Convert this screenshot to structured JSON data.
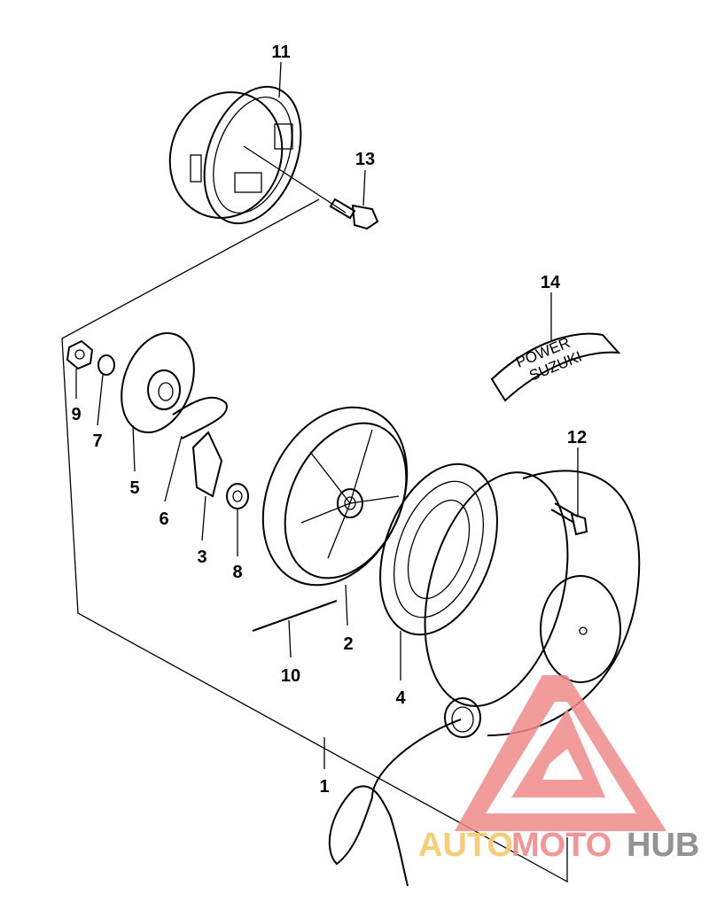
{
  "diagram": {
    "title": "Recoil starter exploded view",
    "callouts": [
      {
        "num": "1",
        "part": "starter-assembly"
      },
      {
        "num": "2",
        "part": "drum-reel"
      },
      {
        "num": "3",
        "part": "ratchet-pawl"
      },
      {
        "num": "4",
        "part": "recoil-spring"
      },
      {
        "num": "5",
        "part": "ratchet-guide"
      },
      {
        "num": "6",
        "part": "friction-spring"
      },
      {
        "num": "7",
        "part": "washer"
      },
      {
        "num": "8",
        "part": "return-spring"
      },
      {
        "num": "9",
        "part": "nut"
      },
      {
        "num": "10",
        "part": "starter-rope"
      },
      {
        "num": "11",
        "part": "starter-cup"
      },
      {
        "num": "12",
        "part": "bolt"
      },
      {
        "num": "13",
        "part": "cup-bolt"
      },
      {
        "num": "14",
        "part": "decal"
      }
    ],
    "decal_text": {
      "line1": "POWER",
      "line2": "SUZUKI"
    }
  },
  "watermark": {
    "part1": "AUTO",
    "part2": "MOTO",
    "part3": "HUB",
    "color_auto": "#f9c86a",
    "color_moto": "#f08a8a",
    "color_hub": "#888888",
    "logo_color": "#f08a8a"
  }
}
